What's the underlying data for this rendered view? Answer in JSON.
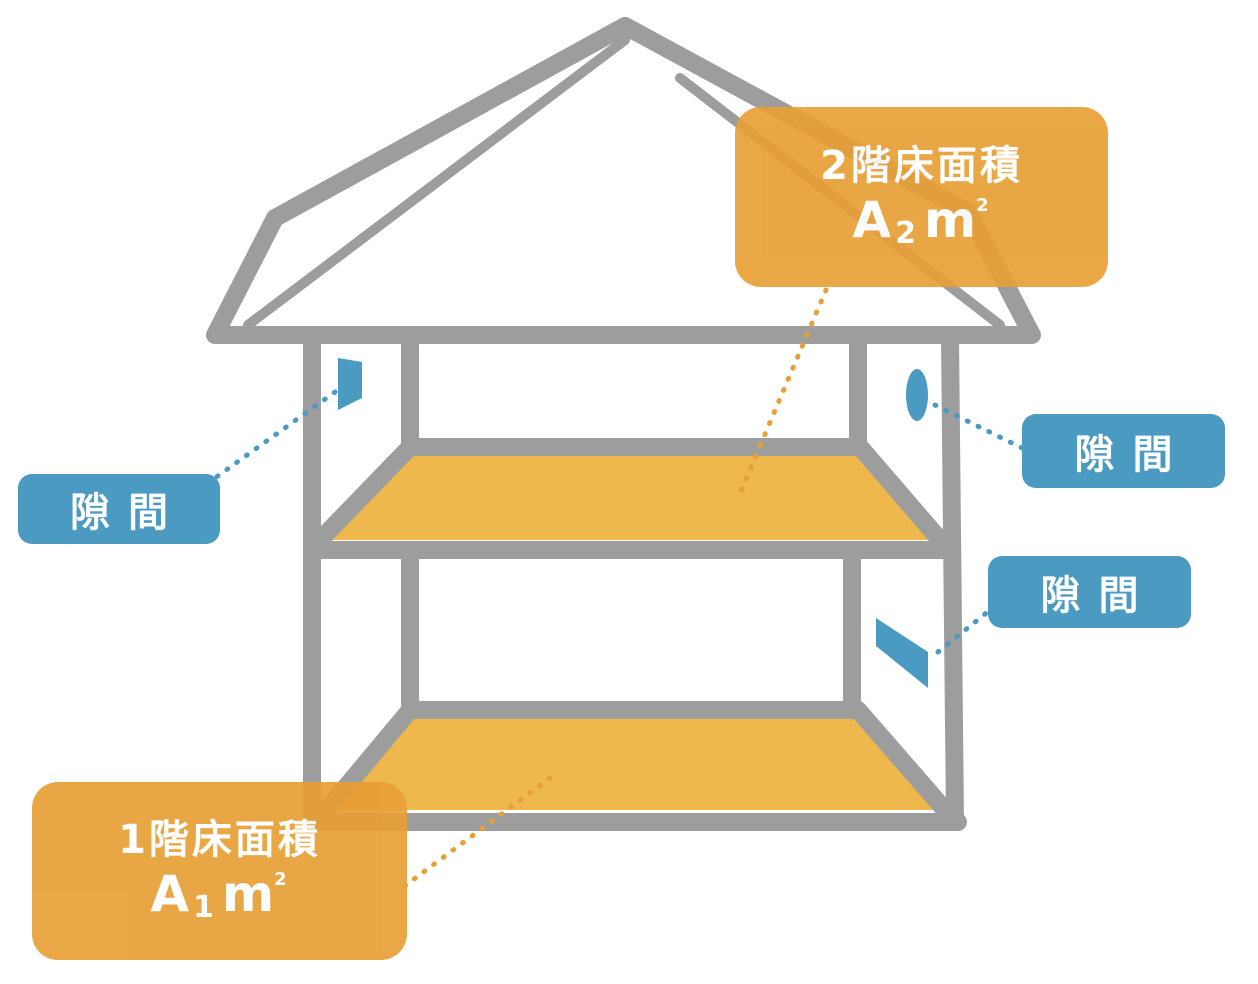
{
  "colors": {
    "frame": "#9d9d9d",
    "floor": "#eeb84c",
    "gap": "#4a9ac2",
    "area_box": "#e89f35",
    "area_dots": "#e89f35",
    "gap_dots": "#4a9ac2"
  },
  "gap_labels": {
    "left": "隙間",
    "right_upper": "隙間",
    "right_lower": "隙間"
  },
  "floor2": {
    "title": "2階床面積",
    "formula_main": "A",
    "formula_sub": "2",
    "formula_unit": "m",
    "formula_sup": "2"
  },
  "floor1": {
    "title": "1階床面積",
    "formula_main": "A",
    "formula_sub": "1",
    "formula_unit": "m",
    "formula_sup": "2"
  }
}
